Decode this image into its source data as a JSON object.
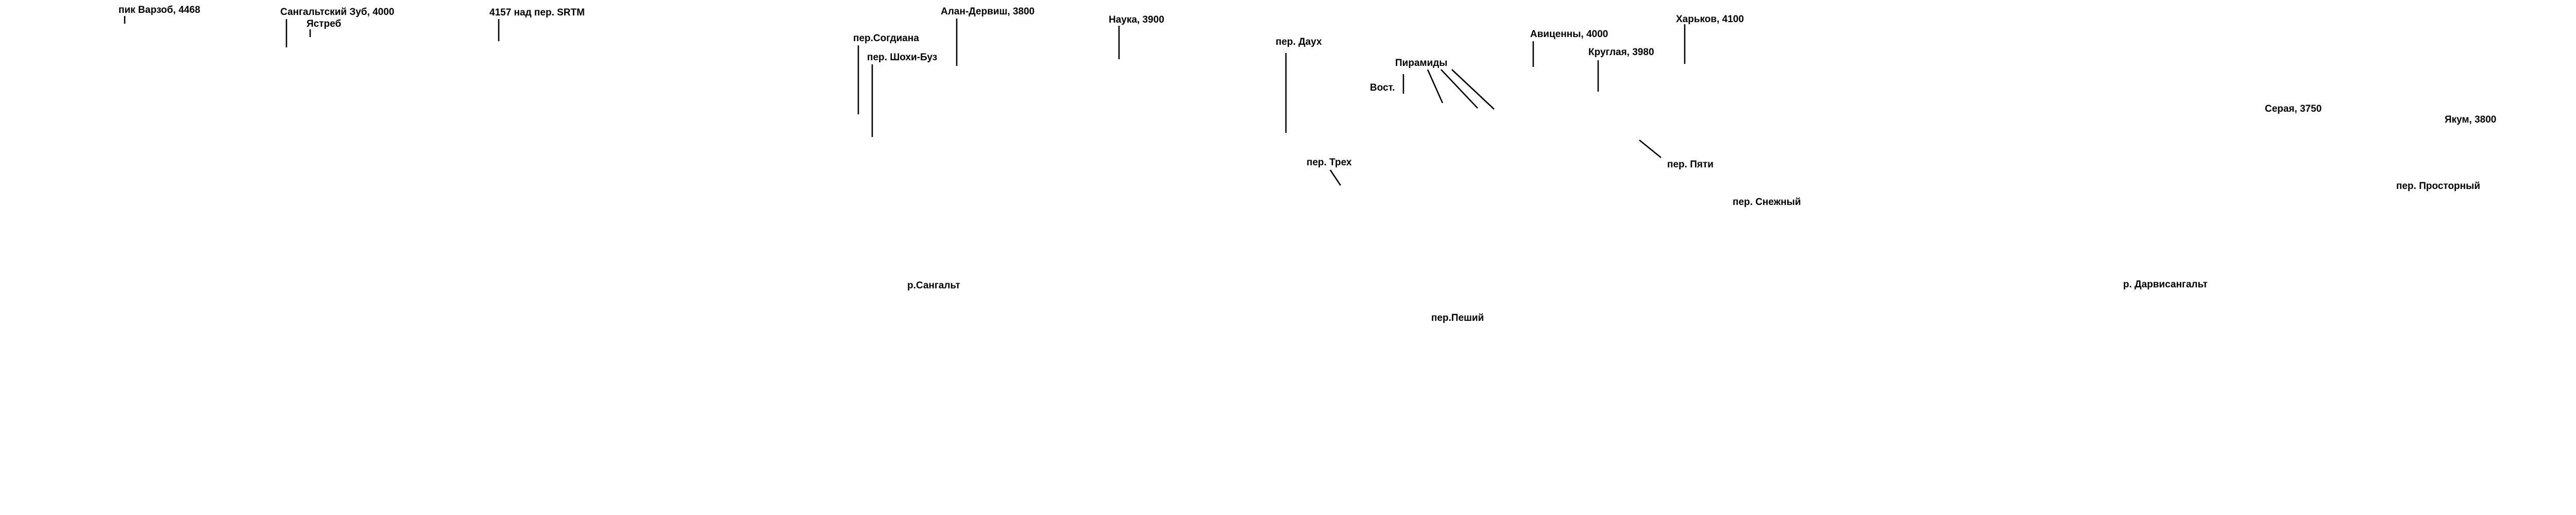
{
  "labels": [
    {
      "id": "varzob",
      "text": "пик Варзоб, 4468"
    },
    {
      "id": "sangalt-zub",
      "text": "Сангальтский Зуб, 4000"
    },
    {
      "id": "yastreb",
      "text": "Ястреб"
    },
    {
      "id": "p4157",
      "text": "4157 над пер. SRTM"
    },
    {
      "id": "sogdiana",
      "text": "пер.Согдиана"
    },
    {
      "id": "shohi-buz",
      "text": "пер. Шохи-Буз"
    },
    {
      "id": "alan-dervish",
      "text": "Алан-Дервиш, 3800"
    },
    {
      "id": "nauka",
      "text": "Наука, 3900"
    },
    {
      "id": "daukh",
      "text": "пер. Даух"
    },
    {
      "id": "piramidy",
      "text": "Пирамиды"
    },
    {
      "id": "vost",
      "text": "Вост."
    },
    {
      "id": "avicenna",
      "text": "Авиценны, 4000"
    },
    {
      "id": "kruglaya",
      "text": "Круглая, 3980"
    },
    {
      "id": "kharkov",
      "text": "Харьков, 4100"
    },
    {
      "id": "trekh",
      "text": "пер. Трех"
    },
    {
      "id": "pyati",
      "text": "пер. Пяти"
    },
    {
      "id": "snezhny",
      "text": "пер. Снежный"
    },
    {
      "id": "seraya",
      "text": "Серая, 3750"
    },
    {
      "id": "yakum",
      "text": "Якум, 3800"
    },
    {
      "id": "prostorny",
      "text": "пер. Просторный"
    },
    {
      "id": "r-sangalt",
      "text": "р.Сангальт"
    },
    {
      "id": "r-darvisangalt",
      "text": "р. Дарвисангальт"
    },
    {
      "id": "peshiy",
      "text": "пер.Пеший"
    }
  ]
}
